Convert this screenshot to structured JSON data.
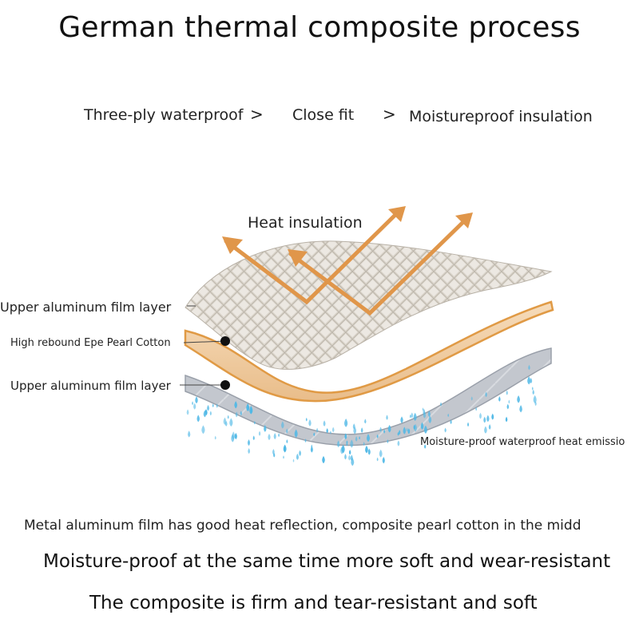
{
  "title": "German thermal composite process",
  "flow": {
    "step1": "Three-ply waterproof",
    "step2": "Close fit",
    "step3": "Moistureproof insulation",
    "separator": ">"
  },
  "diagram": {
    "heat_label": "Heat insulation",
    "layer_top": "Upper aluminum film layer",
    "layer_middle": "High rebound Epe Pearl Cotton",
    "layer_bottom": "Upper aluminum film layer",
    "moisture_label": "Moisture-proof waterproof heat emissio"
  },
  "colors": {
    "arrow": "#e0964a",
    "foam": "#f0c89a",
    "foam_edge": "#e09a45",
    "foil": "#d9d4cc",
    "foil_bottom": "#c9ccd2",
    "drops": "#4fb8e6"
  },
  "description": {
    "line1": "Metal aluminum film has good heat reflection, composite pearl cotton in the midd",
    "line2": "Moisture-proof at the same time more soft and wear-resistant",
    "line3": "The composite is firm and tear-resistant and soft"
  }
}
